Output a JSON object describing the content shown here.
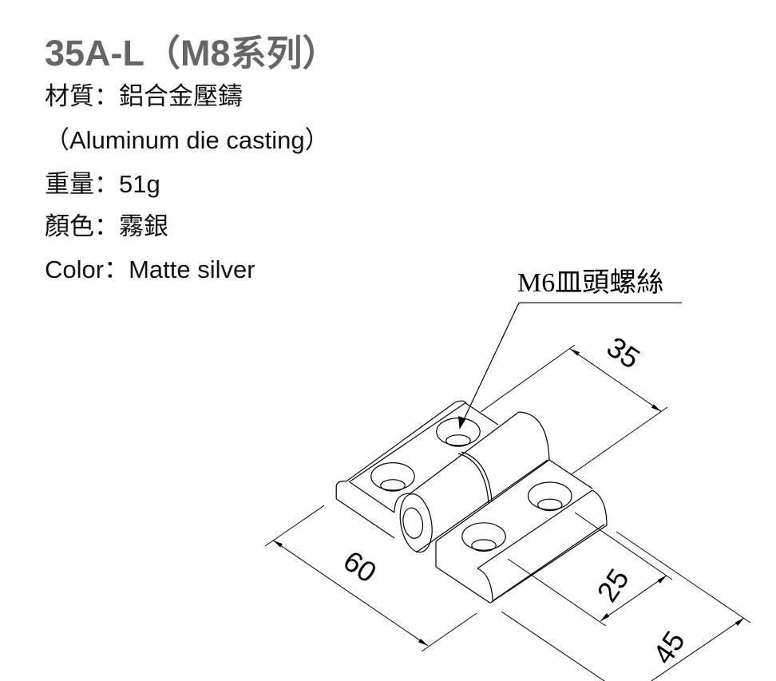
{
  "title": "35A-L（M8系列）",
  "specs": {
    "material": "材質：鋁合金壓鑄",
    "material_en": "（Aluminum die casting）",
    "weight": "重量：51g",
    "color": "顏色：霧銀",
    "color_en": "Color：Matte silver"
  },
  "drawing": {
    "callout": "M6皿頭螺絲",
    "dimensions": {
      "width_top": "35",
      "length": "60",
      "inner": "25",
      "width_total": "45"
    }
  }
}
